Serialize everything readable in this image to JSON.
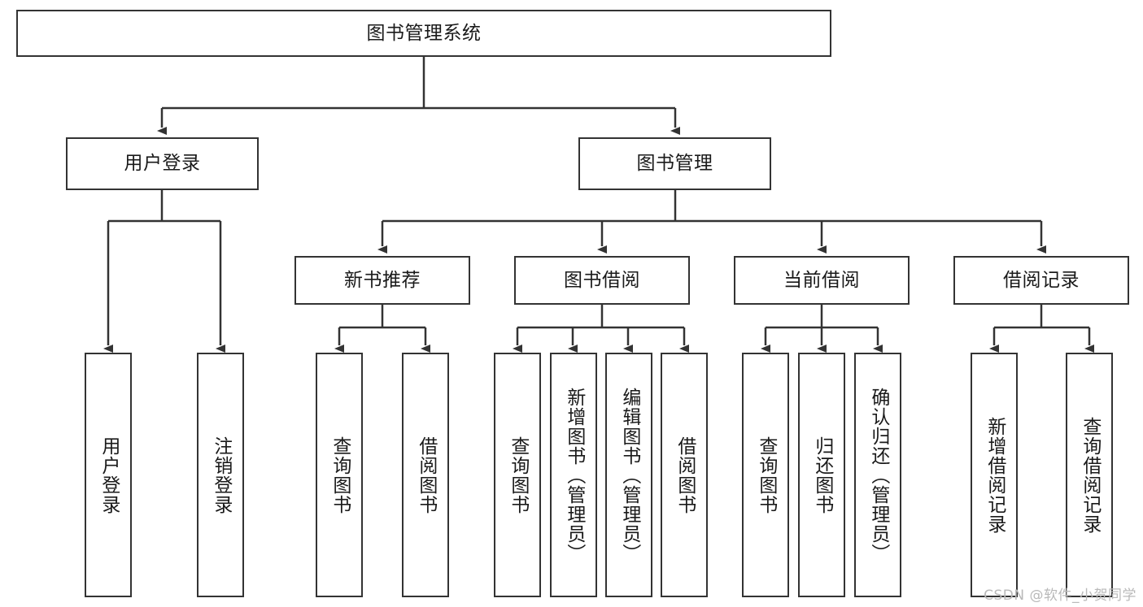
{
  "diagram": {
    "title": "图书管理系统",
    "type": "tree",
    "root": {
      "id": "root",
      "label": "图书管理系统",
      "orientation": "horizontal"
    },
    "level2": [
      {
        "id": "user-login",
        "label": "用户登录",
        "orientation": "horizontal"
      },
      {
        "id": "book-management",
        "label": "图书管理",
        "orientation": "horizontal"
      }
    ],
    "level3": [
      {
        "id": "new-book-recommend",
        "label": "新书推荐",
        "parent": "book-management",
        "orientation": "horizontal"
      },
      {
        "id": "book-borrow",
        "label": "图书借阅",
        "parent": "book-management",
        "orientation": "horizontal"
      },
      {
        "id": "current-borrow",
        "label": "当前借阅",
        "parent": "book-management",
        "orientation": "horizontal"
      },
      {
        "id": "borrow-record",
        "label": "借阅记录",
        "parent": "book-management",
        "orientation": "horizontal"
      }
    ],
    "leaves": [
      {
        "id": "leaf-user-login",
        "label": "用户登录",
        "parent": "user-login",
        "orientation": "vertical"
      },
      {
        "id": "leaf-user-logout",
        "label": "注销登录",
        "parent": "user-login",
        "orientation": "vertical"
      },
      {
        "id": "leaf-query-book-1",
        "label": "查询图书",
        "parent": "new-book-recommend",
        "orientation": "vertical"
      },
      {
        "id": "leaf-borrow-book-1",
        "label": "借阅图书",
        "parent": "new-book-recommend",
        "orientation": "vertical"
      },
      {
        "id": "leaf-query-book-2",
        "label": "查询图书",
        "parent": "book-borrow",
        "orientation": "vertical"
      },
      {
        "id": "leaf-add-book",
        "label": "新增图书（管理员）",
        "parent": "book-borrow",
        "orientation": "vertical"
      },
      {
        "id": "leaf-edit-book",
        "label": "编辑图书（管理员）",
        "parent": "book-borrow",
        "orientation": "vertical"
      },
      {
        "id": "leaf-borrow-book-2",
        "label": "借阅图书",
        "parent": "book-borrow",
        "orientation": "vertical"
      },
      {
        "id": "leaf-query-book-3",
        "label": "查询图书",
        "parent": "current-borrow",
        "orientation": "vertical"
      },
      {
        "id": "leaf-return-book",
        "label": "归还图书",
        "parent": "current-borrow",
        "orientation": "vertical"
      },
      {
        "id": "leaf-confirm-return",
        "label": "确认归还（管理员）",
        "parent": "current-borrow",
        "orientation": "vertical"
      },
      {
        "id": "leaf-add-record",
        "label": "新增借阅记录",
        "parent": "borrow-record",
        "orientation": "vertical"
      },
      {
        "id": "leaf-query-record",
        "label": "查询借阅记录",
        "parent": "borrow-record",
        "orientation": "vertical"
      }
    ],
    "watermark": "CSDN @软件_小贺同学",
    "colors": {
      "stroke": "#333333",
      "fill": "#ffffff",
      "text": "#1a1a1a",
      "watermark": "#b9b9b9"
    }
  }
}
